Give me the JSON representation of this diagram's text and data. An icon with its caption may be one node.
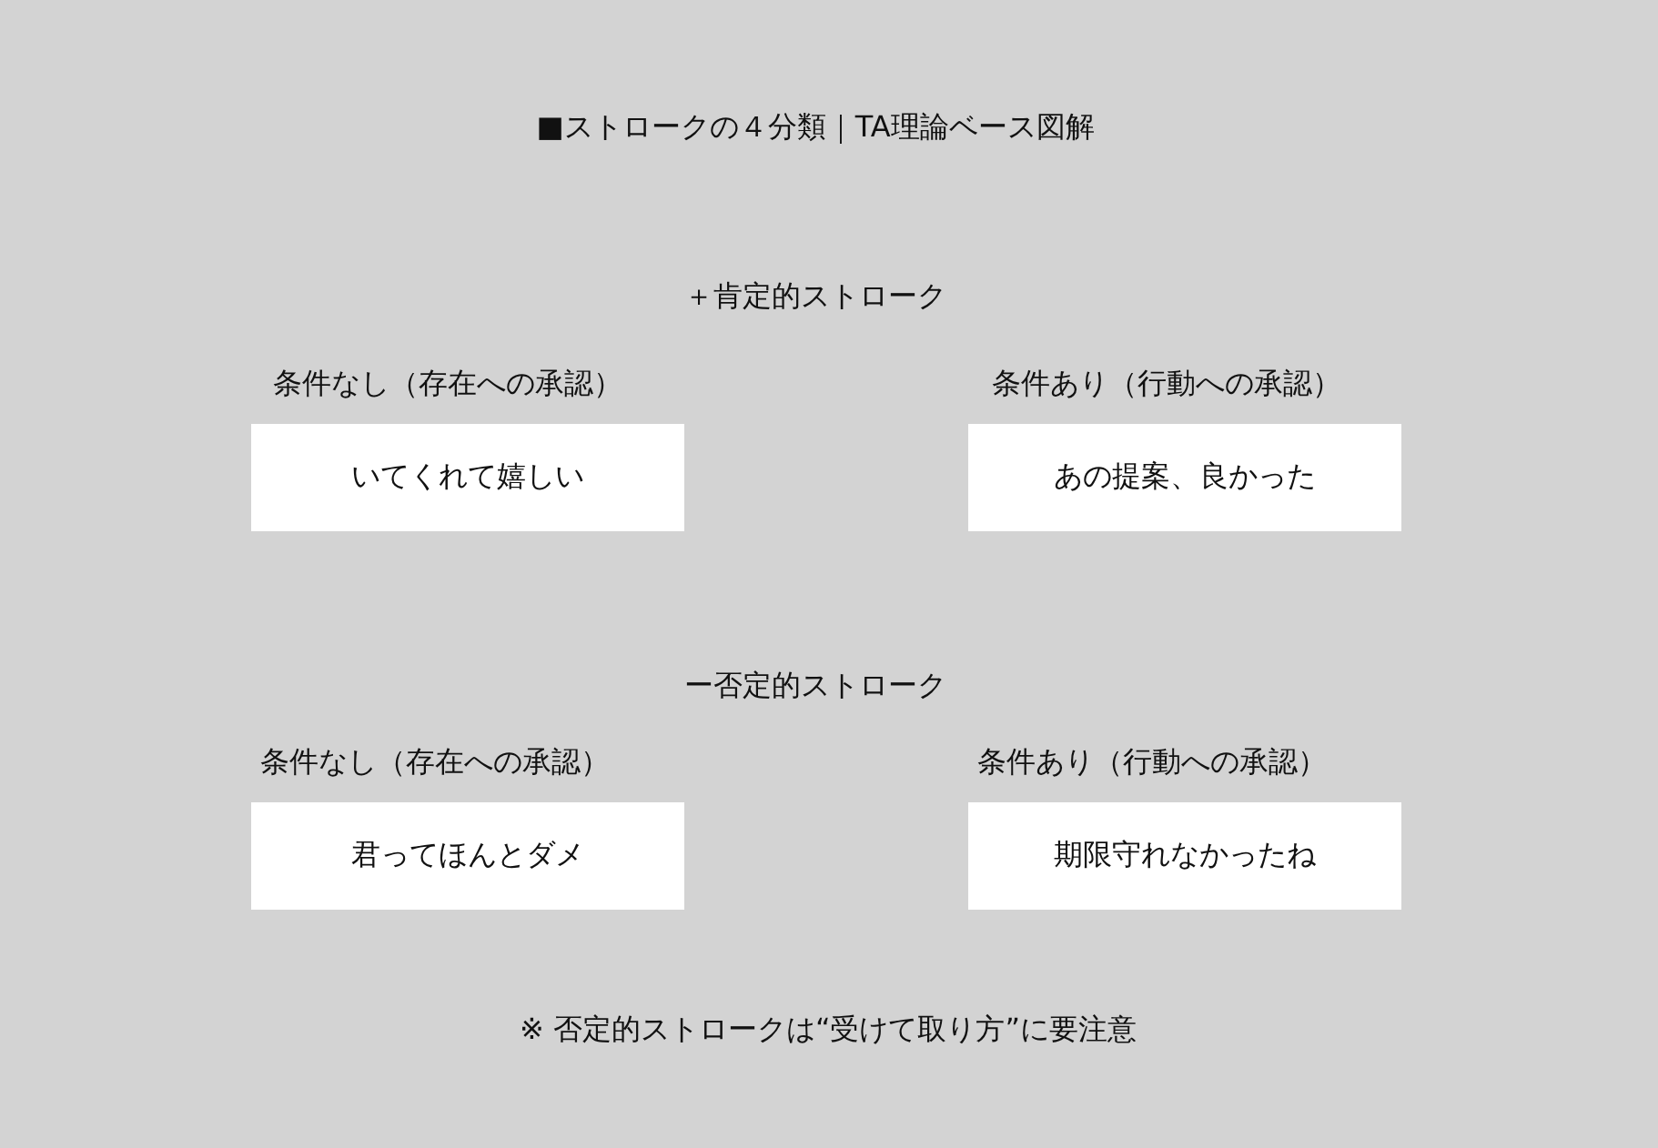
{
  "diagram": {
    "title": "■ストロークの４分類｜TA理論ベース図解",
    "caption": "※ 否定的ストロークは“受けて取り方”に要注意",
    "nodes": [
      {
        "text": [
          "条件なし（存在への承認）",
          "いてくれて嬉しい"
        ]
      },
      {
        "text": [
          "条件あり（行動への承認）",
          "あの提案、良かった"
        ]
      },
      {
        "text": [
          "条件なし（存在への承認）",
          "君ってほんとダメ"
        ]
      },
      {
        "text": [
          "条件あり（行動への承認）",
          "期限守れなかったね"
        ]
      }
    ],
    "labels": [
      "＋肯定的ストローク",
      "ー否定的ストローク"
    ]
  }
}
